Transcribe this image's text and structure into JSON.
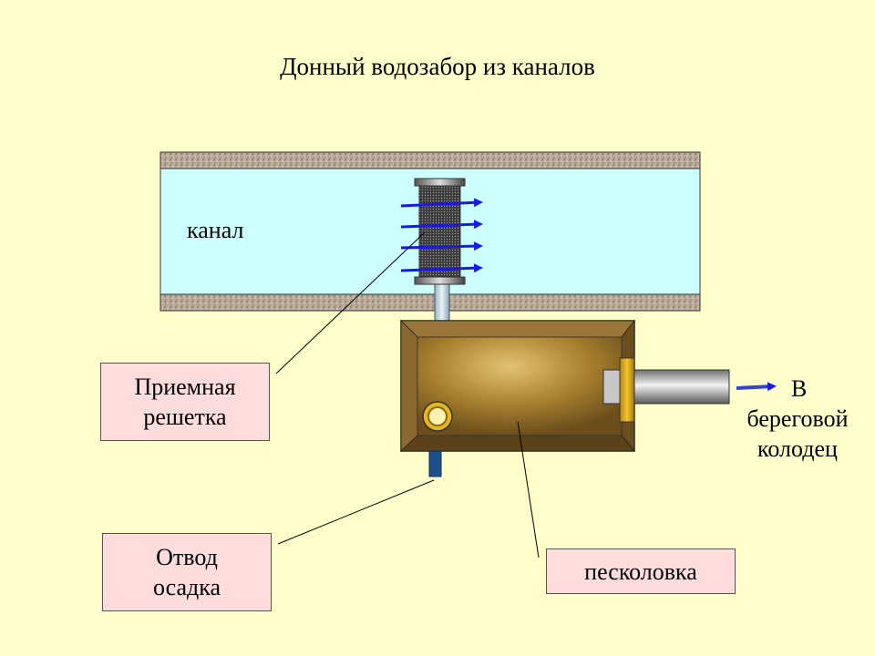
{
  "title": "Донный водозабор из каналов",
  "labels": {
    "canal": "канал",
    "intake_grate": [
      "Приемная",
      "решетка"
    ],
    "sludge_outlet": [
      "Отвод",
      "осадка"
    ],
    "sand_trap": "песколовка",
    "destination": [
      "В",
      "береговой",
      "колодец"
    ]
  },
  "colors": {
    "background": "#FFFFCC",
    "water": "#CCFFFF",
    "flow_arrow": "#1A1AE6",
    "sand_trap_body": "#7A5A28",
    "label_box": "#FFDDDD",
    "flange": "#D4A017"
  }
}
